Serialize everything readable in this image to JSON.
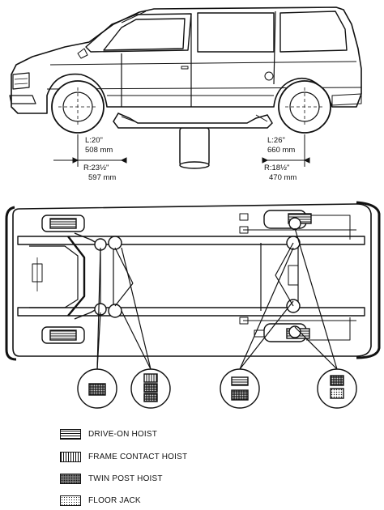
{
  "dimensions": {
    "front_l": "L:20\"",
    "front_l_mm": "508 mm",
    "front_r": "R:23½\"",
    "front_r_mm": "597 mm",
    "rear_l": "L:26\"",
    "rear_l_mm": "660 mm",
    "rear_r": "R:18½\"",
    "rear_r_mm": "470 mm"
  },
  "legend": [
    {
      "label": "DRIVE-ON HOIST",
      "icon": "drive-on-hoist-icon"
    },
    {
      "label": "FRAME CONTACT HOIST",
      "icon": "frame-contact-hoist-icon"
    },
    {
      "label": "TWIN POST HOIST",
      "icon": "twin-post-hoist-icon"
    },
    {
      "label": "FLOOR JACK",
      "icon": "floor-jack-icon"
    }
  ]
}
